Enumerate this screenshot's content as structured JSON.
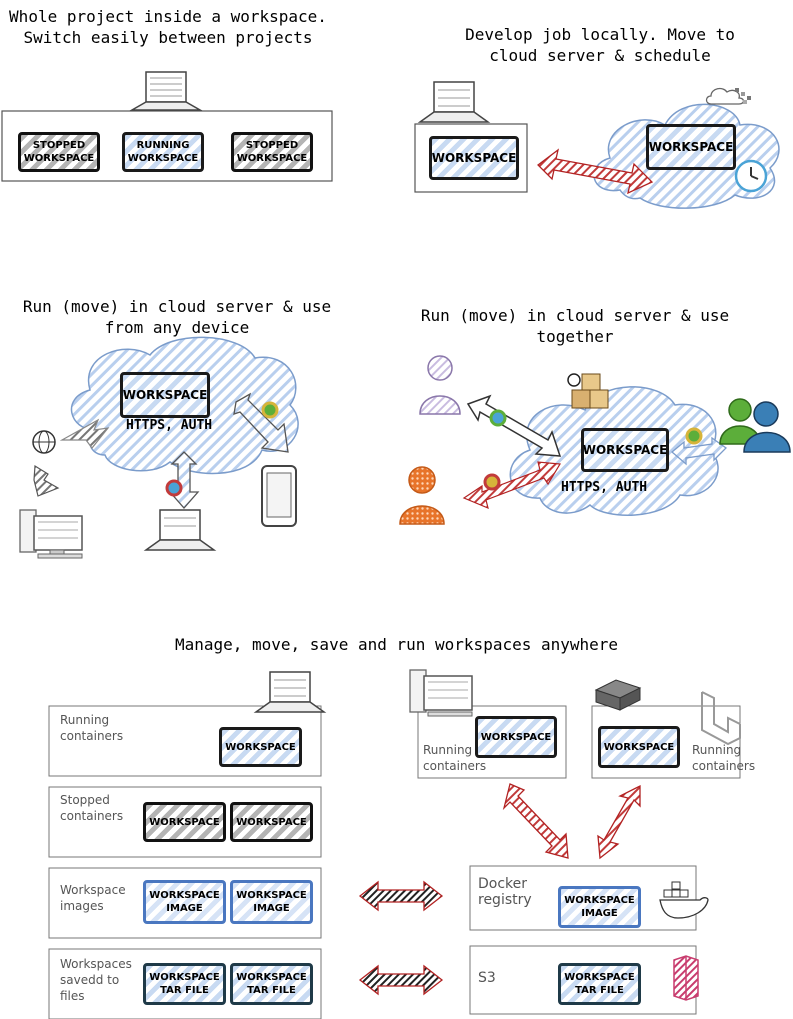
{
  "titles": {
    "q1": "Whole project inside a workspace.\nSwitch easily between projects",
    "q2": "Develop job locally. Move to\ncloud server & schedule",
    "q3": "Run (move) in cloud server & use\nfrom any device",
    "q4": "Run (move) in cloud server & use\ntogether",
    "bottom": "Manage, move, save and run workspaces anywhere"
  },
  "q1": {
    "left": "STOPPED\nWORKSPACE",
    "middle": "RUNNING\nWORKSPACE",
    "right": "STOPPED\nWORKSPACE"
  },
  "q2": {
    "local": "WORKSPACE",
    "cloud": "WORKSPACE"
  },
  "q3": {
    "cloud": "WORKSPACE",
    "note": "HTTPS, AUTH"
  },
  "q4": {
    "cloud": "WORKSPACE",
    "note": "HTTPS, AUTH"
  },
  "bottom": {
    "running_label": "Running\ncontainers",
    "running_ws": "WORKSPACE",
    "stopped_label": "Stopped\ncontainers",
    "stopped_ws_1": "WORKSPACE",
    "stopped_ws_2": "WORKSPACE",
    "images_label": "Workspace\nimages",
    "image_1": "WORKSPACE\nIMAGE",
    "image_2": "WORKSPACE\nIMAGE",
    "files_label": "Workspaces\nsavedd to\nfiles",
    "tar_1": "WORKSPACE\nTAR FILE",
    "tar_2": "WORKSPACE\nTAR FILE",
    "remote1_label": "Running\ncontainers",
    "remote1_ws": "WORKSPACE",
    "remote2_label": "Running\ncontainers",
    "remote2_ws": "WORKSPACE",
    "registry_label": "Docker\nregistry",
    "registry_image": "WORKSPACE\nIMAGE",
    "s3_label": "S3",
    "s3_tar": "WORKSPACE\nTAR FILE"
  },
  "colors": {
    "hatch_blue": "#c8daf2",
    "cloud_blue": "#7b9ccb",
    "arrow_red": "#b22222",
    "user_orange": "#e8742a",
    "user_purple": "#b7a6cf",
    "group_green": "#5cae3a",
    "group_blue": "#3a7fb6",
    "clock_blue": "#4aa3d6",
    "s3_pink": "#c83c6e"
  }
}
